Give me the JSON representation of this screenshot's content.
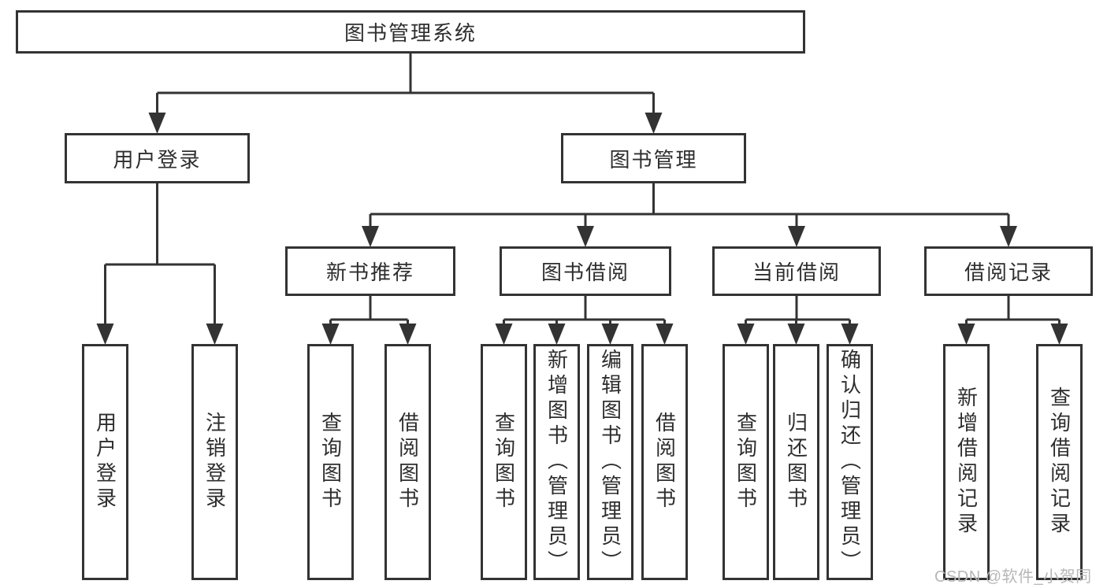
{
  "page": {
    "background": "#ffffff"
  },
  "colors": {
    "line": "#333333",
    "box_border": "#333333",
    "text": "#2e2e2e",
    "watermark": "#b7b7b7"
  },
  "watermark": {
    "text": "CSDN @软件_小贺同学"
  },
  "diagram": {
    "root": {
      "label": "图书管理系统"
    },
    "level2": [
      {
        "label": "用户登录"
      },
      {
        "label": "图书管理"
      }
    ],
    "level3": [
      {
        "label": "新书推荐"
      },
      {
        "label": "图书借阅"
      },
      {
        "label": "当前借阅"
      },
      {
        "label": "借阅记录"
      }
    ],
    "leaves": {
      "user": [
        {
          "label": "用户登录"
        },
        {
          "label": "注销登录"
        }
      ],
      "recommend": [
        {
          "label": "查询图书"
        },
        {
          "label": "借阅图书"
        }
      ],
      "borrow": [
        {
          "label": "查询图书"
        },
        {
          "label": "新增图书（管理员）"
        },
        {
          "label": "编辑图书（管理员）"
        },
        {
          "label": "借阅图书"
        }
      ],
      "current": [
        {
          "label": "查询图书"
        },
        {
          "label": "归还图书"
        },
        {
          "label": "确认归还（管理员）"
        }
      ],
      "records": [
        {
          "label": "新增借阅记录"
        },
        {
          "label": "查询借阅记录"
        }
      ]
    }
  }
}
